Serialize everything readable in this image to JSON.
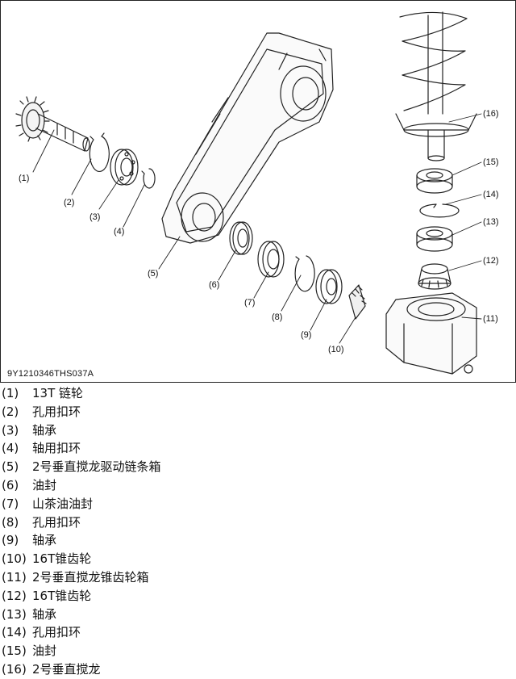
{
  "figure": {
    "id_code": "9Y1210346THS037A",
    "callouts": [
      "(1)",
      "(2)",
      "(3)",
      "(4)",
      "(5)",
      "(6)",
      "(7)",
      "(8)",
      "(9)",
      "(10)",
      "(11)",
      "(12)",
      "(13)",
      "(14)",
      "(15)",
      "(16)"
    ]
  },
  "legend": [
    {
      "num": "(1)",
      "text": "13T  链轮"
    },
    {
      "num": "(2)",
      "text": "孔用扣环"
    },
    {
      "num": "(3)",
      "text": "轴承"
    },
    {
      "num": "(4)",
      "text": "轴用扣环"
    },
    {
      "num": "(5)",
      "text": "2号垂直搅龙驱动链条箱"
    },
    {
      "num": "(6)",
      "text": "油封"
    },
    {
      "num": "(7)",
      "text": "山茶油油封"
    },
    {
      "num": "(8)",
      "text": "孔用扣环"
    },
    {
      "num": "(9)",
      "text": "轴承"
    },
    {
      "num": "(10)",
      "text": "16T锥齿轮"
    },
    {
      "num": "(11)",
      "text": "2号垂直搅龙锥齿轮箱"
    },
    {
      "num": "(12)",
      "text": "16T锥齿轮"
    },
    {
      "num": "(13)",
      "text": "轴承"
    },
    {
      "num": "(14)",
      "text": "孔用扣环"
    },
    {
      "num": "(15)",
      "text": "油封"
    },
    {
      "num": "(16)",
      "text": "2号垂直搅龙"
    }
  ]
}
